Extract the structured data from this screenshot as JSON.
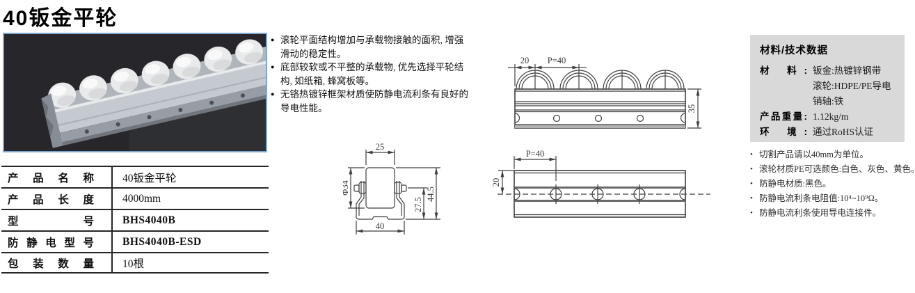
{
  "title": "40钣金平轮",
  "features": [
    "滚轮平面结构增加与承载物接触的面积, 增强滑动的稳定性。",
    "底部较软或不平整的承载物, 优先选择平轮结构, 如纸箱, 蜂窝板等。",
    "无铬热镀锌框架材质使防静电流利条有良好的导电性能。"
  ],
  "spec_table": {
    "rows": [
      {
        "label": "产 品 名 称",
        "value": "40钣金平轮"
      },
      {
        "label": "产 品 长 度",
        "value": "4000mm"
      },
      {
        "label": "型 号",
        "value": "BHS4040B"
      },
      {
        "label": "防静电型号",
        "value": "BHS4040B-ESD"
      },
      {
        "label": "包 装 数 量",
        "value": "10根"
      }
    ]
  },
  "drawings": {
    "side_view": {
      "dim_edge": "20",
      "dim_pitch": "P=40",
      "dim_height": "35"
    },
    "section_view": {
      "dim_top_width": "25",
      "dim_diameter": "Φ34",
      "dim_axle_height": "27.5",
      "dim_total_height": "44.5",
      "dim_bottom_width": "40"
    },
    "top_view": {
      "dim_pitch": "P=40",
      "dim_width": "20"
    }
  },
  "materials_panel": {
    "title": "材料/技术数据",
    "material_label": "材 料:",
    "material_values": [
      "钣金:热镀锌钢带",
      "滚轮:HDPE/PE导电",
      "销轴:铁"
    ],
    "weight_label": "产品重量:",
    "weight_value": "1.12kg/m",
    "env_label": "环 境:",
    "env_value": "通过RoHS认证"
  },
  "notes": [
    "切割产品请以40mm为单位。",
    "滚轮材质PE可选颜色:白色、灰色、黄色。",
    "防静电材质:黑色。",
    "防静电流利条电阻值:10⁴~10⁹Ω。",
    "防静电流利条使用导电连接件。"
  ],
  "colors": {
    "photo_border": "#7fa8cf",
    "panel_bg": "#d9d9d9",
    "line": "#3f3f3f"
  }
}
